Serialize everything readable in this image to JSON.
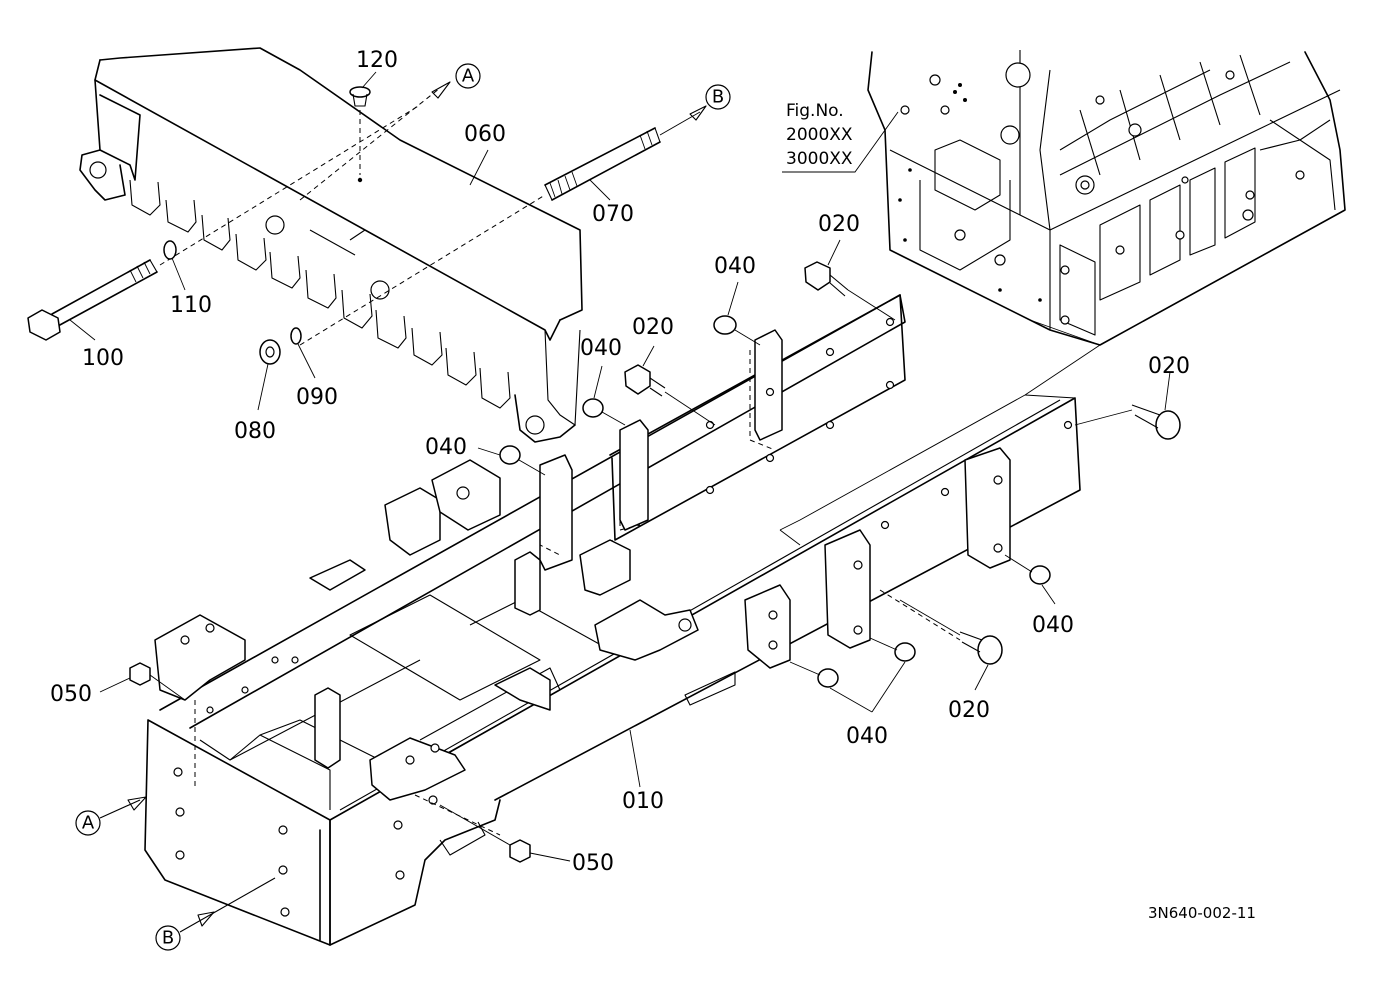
{
  "figure_note": {
    "line1": "Fig.No.",
    "line2": "2000XX",
    "line3": "3000XX"
  },
  "drawing_code": "3N640-002-11",
  "refs": {
    "a": "A",
    "b": "B"
  },
  "parts": {
    "p010": "010",
    "p020": "020",
    "p040": "040",
    "p050": "050",
    "p060": "060",
    "p070": "070",
    "p080": "080",
    "p090": "090",
    "p100": "100",
    "p110": "110",
    "p120": "120"
  }
}
